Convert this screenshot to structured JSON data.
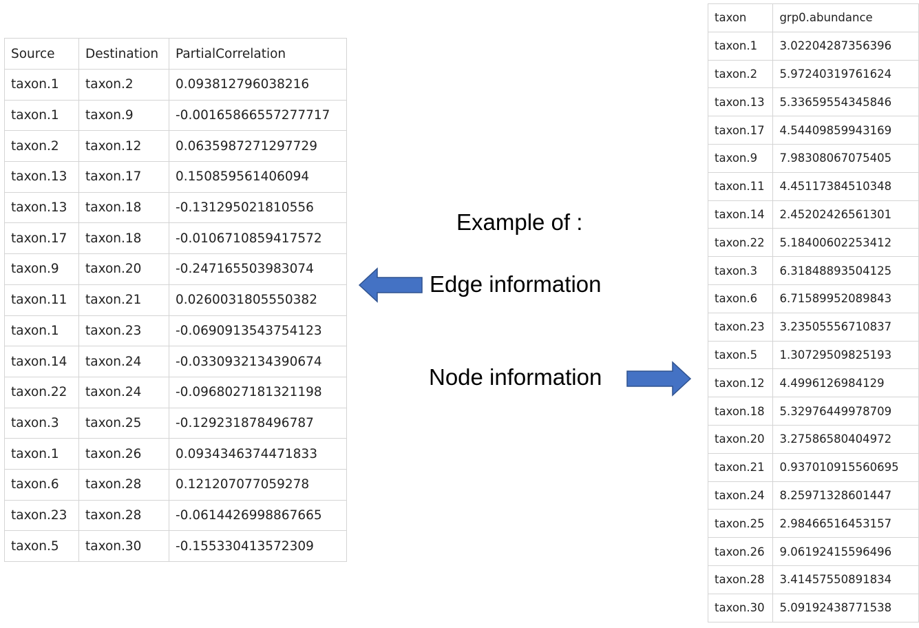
{
  "edge_table": {
    "headers": [
      "Source",
      "Destination",
      "PartialCorrelation"
    ],
    "rows": [
      [
        "taxon.1",
        "taxon.2",
        "0.093812796038216"
      ],
      [
        "taxon.1",
        "taxon.9",
        "-0.00165866557277717"
      ],
      [
        "taxon.2",
        "taxon.12",
        "0.0635987271297729"
      ],
      [
        "taxon.13",
        "taxon.17",
        "0.150859561406094"
      ],
      [
        "taxon.13",
        "taxon.18",
        "-0.131295021810556"
      ],
      [
        "taxon.17",
        "taxon.18",
        "-0.0106710859417572"
      ],
      [
        "taxon.9",
        "taxon.20",
        "-0.247165503983074"
      ],
      [
        "taxon.11",
        "taxon.21",
        "0.0260031805550382"
      ],
      [
        "taxon.1",
        "taxon.23",
        "-0.0690913543754123"
      ],
      [
        "taxon.14",
        "taxon.24",
        "-0.0330932134390674"
      ],
      [
        "taxon.22",
        "taxon.24",
        "-0.0968027181321198"
      ],
      [
        "taxon.3",
        "taxon.25",
        "-0.129231878496787"
      ],
      [
        "taxon.1",
        "taxon.26",
        "0.0934346374471833"
      ],
      [
        "taxon.6",
        "taxon.28",
        "0.121207077059278"
      ],
      [
        "taxon.23",
        "taxon.28",
        "-0.0614426998867665"
      ],
      [
        "taxon.5",
        "taxon.30",
        "-0.155330413572309"
      ]
    ]
  },
  "node_table": {
    "headers": [
      "taxon",
      "grp0.abundance"
    ],
    "rows": [
      [
        "taxon.1",
        "3.02204287356396"
      ],
      [
        "taxon.2",
        "5.97240319761624"
      ],
      [
        "taxon.13",
        "5.33659554345846"
      ],
      [
        "taxon.17",
        "4.54409859943169"
      ],
      [
        "taxon.9",
        "7.98308067075405"
      ],
      [
        "taxon.11",
        "4.45117384510348"
      ],
      [
        "taxon.14",
        "2.45202426561301"
      ],
      [
        "taxon.22",
        "5.18400602253412"
      ],
      [
        "taxon.3",
        "6.31848893504125"
      ],
      [
        "taxon.6",
        "6.71589952089843"
      ],
      [
        "taxon.23",
        "3.23505556710837"
      ],
      [
        "taxon.5",
        "1.30729509825193"
      ],
      [
        "taxon.12",
        "4.4996126984129"
      ],
      [
        "taxon.18",
        "5.32976449978709"
      ],
      [
        "taxon.20",
        "3.27586580404972"
      ],
      [
        "taxon.21",
        "0.937010915560695"
      ],
      [
        "taxon.24",
        "8.25971328601447"
      ],
      [
        "taxon.25",
        "2.98466516453157"
      ],
      [
        "taxon.26",
        "9.06192415596496"
      ],
      [
        "taxon.28",
        "3.41457550891834"
      ],
      [
        "taxon.30",
        "5.09192438771538"
      ]
    ]
  },
  "annotations": {
    "example": "Example of :",
    "edge": "Edge information",
    "node": "Node information"
  },
  "icons": {
    "edge_arrow": "arrow-left-icon",
    "node_arrow": "arrow-right-icon"
  },
  "colors": {
    "arrow_fill": "#4472C4",
    "arrow_stroke": "#2F528F",
    "grid_line": "#d4d4d4"
  }
}
